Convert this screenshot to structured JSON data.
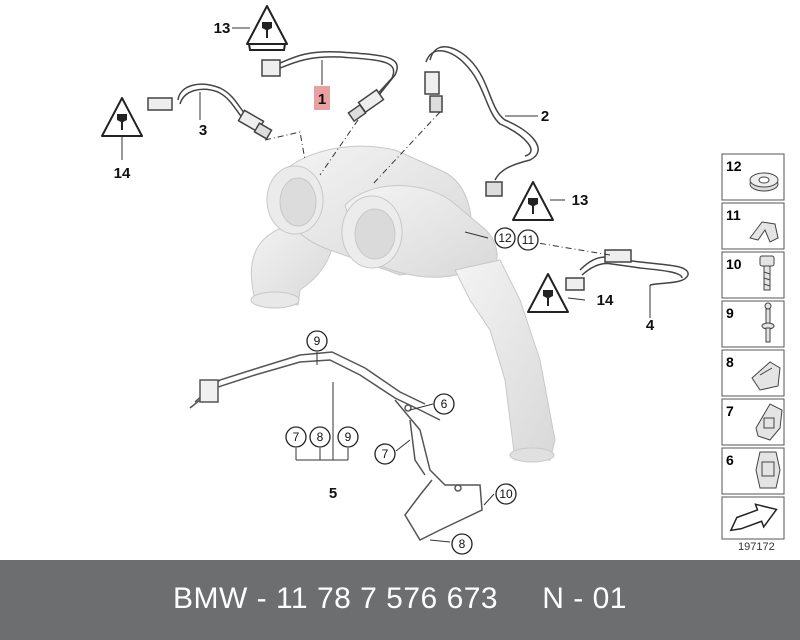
{
  "callouts": {
    "c13_top": "13",
    "c1": "1",
    "c2": "2",
    "c3": "3",
    "c14_left": "14",
    "c13_right": "13",
    "c12": "12",
    "c11": "11",
    "c14_right": "14",
    "c4": "4",
    "c9": "9",
    "c6": "6",
    "c7a": "7",
    "c8a": "8",
    "c9a": "9",
    "c7": "7",
    "c5": "5",
    "c10": "10",
    "c8": "8"
  },
  "legend": [
    {
      "number": "12",
      "icon": "grommet-icon"
    },
    {
      "number": "11",
      "icon": "bracket-clip-icon"
    },
    {
      "number": "10",
      "icon": "bolt-icon"
    },
    {
      "number": "9",
      "icon": "stud-icon"
    },
    {
      "number": "8",
      "icon": "spring-clip-icon"
    },
    {
      "number": "7",
      "icon": "nut-clip-icon"
    },
    {
      "number": "6",
      "icon": "clip-nut-icon"
    }
  ],
  "drawing_id": "197172",
  "footer": {
    "text": "BMW - 11 78 7 576 673     N - 01"
  },
  "colors": {
    "footer_bg": "#6d6e70",
    "highlight": "#e9a0a0"
  }
}
